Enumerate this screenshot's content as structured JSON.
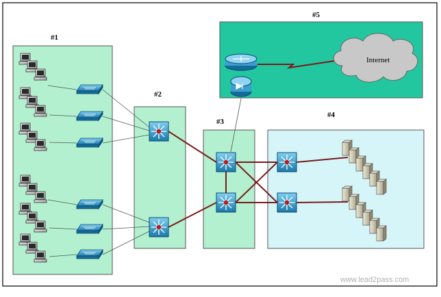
{
  "zones": {
    "z1": {
      "label": "#1",
      "color": "#b3f0d0"
    },
    "z2": {
      "label": "#2",
      "color": "#b3f0d0"
    },
    "z3": {
      "label": "#3",
      "color": "#b3f0d0"
    },
    "z4": {
      "label": "#4",
      "color": "#d6f5f8"
    },
    "z5": {
      "label": "#5",
      "color": "#22c7a0"
    }
  },
  "cloud": {
    "label": "Internet",
    "color": "#c8c8c8"
  },
  "watermark": "www.lead2pass.com",
  "colors": {
    "device_blue": "#1f8fc4",
    "wan_link": "#7a1a1a",
    "access_link": "#555555"
  }
}
